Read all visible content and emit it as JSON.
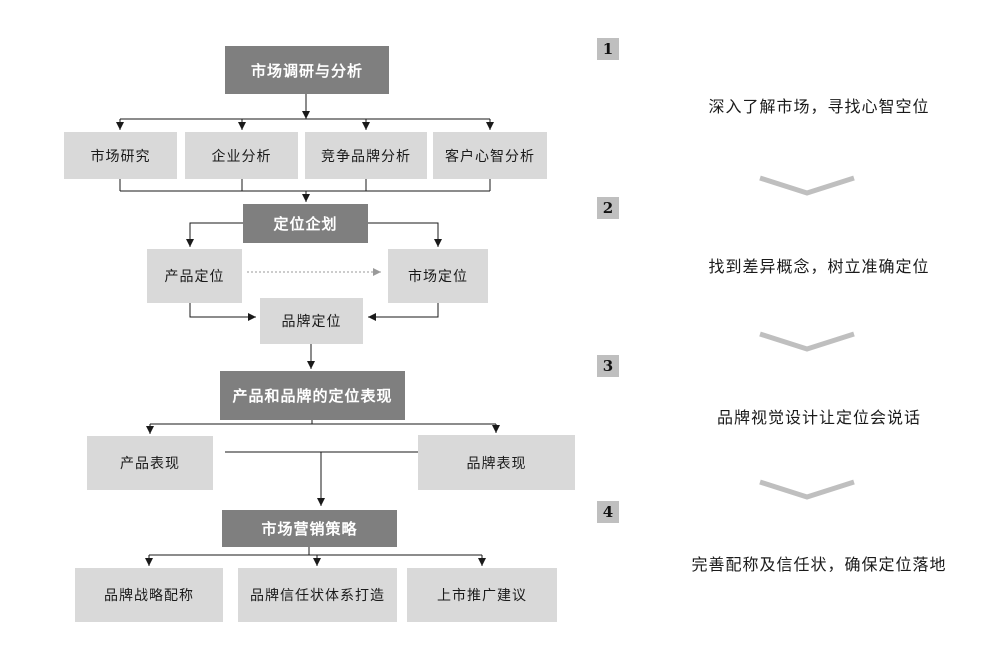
{
  "colors": {
    "dark_box": "#7f7f7f",
    "light_box": "#d9d9d9",
    "badge": "#bfbfbf",
    "chevron": "#bfbfbf",
    "connector_line": "#1a1a1a",
    "dotted_line": "#9a9a9a",
    "background": "#ffffff"
  },
  "flowchart": {
    "stage1": {
      "title": "市场调研与分析",
      "items": [
        "市场研究",
        "企业分析",
        "竞争品牌分析",
        "客户心智分析"
      ]
    },
    "stage2": {
      "title": "定位企划",
      "items": [
        "产品定位",
        "市场定位",
        "品牌定位"
      ]
    },
    "stage3": {
      "title": "产品和品牌的定位表现",
      "items": [
        "产品表现",
        "品牌表现"
      ]
    },
    "stage4": {
      "title": "市场营销策略",
      "items": [
        "品牌战略配称",
        "品牌信任状体系打造",
        "上市推广建议"
      ]
    }
  },
  "steps": [
    {
      "number": "1",
      "description": "深入了解市场，寻找心智空位"
    },
    {
      "number": "2",
      "description": "找到差异概念，树立准确定位"
    },
    {
      "number": "3",
      "description": "品牌视觉设计让定位会说话"
    },
    {
      "number": "4",
      "description": "完善配称及信任状，确保定位落地"
    }
  ]
}
